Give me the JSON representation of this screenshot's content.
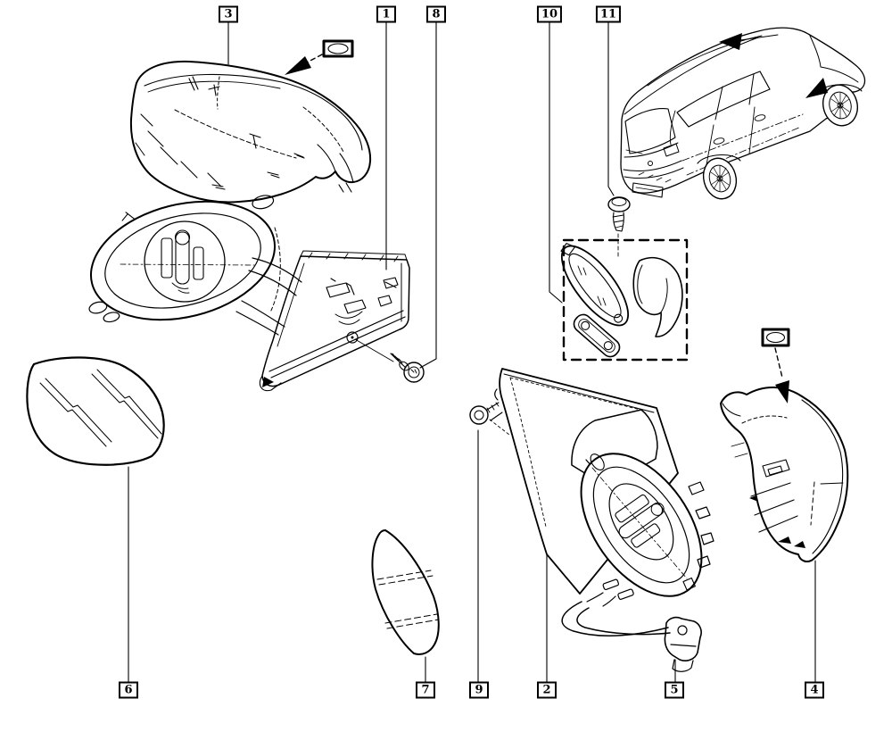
{
  "colors": {
    "background": "#ffffff",
    "line": "#000000"
  },
  "callouts": [
    {
      "label": "3"
    },
    {
      "label": "1"
    },
    {
      "label": "8"
    },
    {
      "label": "10"
    },
    {
      "label": "11"
    },
    {
      "label": "6"
    },
    {
      "label": "7"
    },
    {
      "label": "9"
    },
    {
      "label": "2"
    },
    {
      "label": "5"
    },
    {
      "label": "4"
    }
  ],
  "parts": [
    {
      "callout": "1",
      "name": "mirror-frame-with-actuator"
    },
    {
      "callout": "2",
      "name": "door-sail-trim-panel"
    },
    {
      "callout": "3",
      "name": "upper-mirror-housing-cover"
    },
    {
      "callout": "4",
      "name": "lower-mirror-housing-cover"
    },
    {
      "callout": "5",
      "name": "harness-connector"
    },
    {
      "callout": "6",
      "name": "mirror-glass"
    },
    {
      "callout": "7",
      "name": "mirror-glass-angled"
    },
    {
      "callout": "8",
      "name": "fixing-screw"
    },
    {
      "callout": "9",
      "name": "fixing-screw"
    },
    {
      "callout": "10",
      "name": "seal-and-bracket-kit"
    },
    {
      "callout": "11",
      "name": "kit-screw"
    }
  ]
}
